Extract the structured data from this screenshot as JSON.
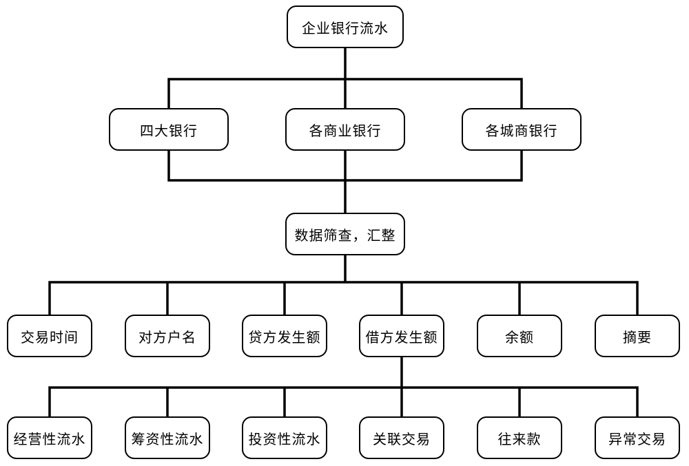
{
  "root": {
    "label": "企业银行流水"
  },
  "banks": [
    {
      "label": "四大银行"
    },
    {
      "label": "各商业银行"
    },
    {
      "label": "各城商银行"
    }
  ],
  "process": {
    "label": "数据筛查，汇整"
  },
  "fields": [
    {
      "label": "交易时间"
    },
    {
      "label": "对方户名"
    },
    {
      "label": "贷方发生额"
    },
    {
      "label": "借方发生额"
    },
    {
      "label": "余额"
    },
    {
      "label": "摘要"
    }
  ],
  "categories": [
    {
      "label": "经营性流水"
    },
    {
      "label": "筹资性流水"
    },
    {
      "label": "投资性流水"
    },
    {
      "label": "关联交易"
    },
    {
      "label": "往来款"
    },
    {
      "label": "异常交易"
    }
  ]
}
